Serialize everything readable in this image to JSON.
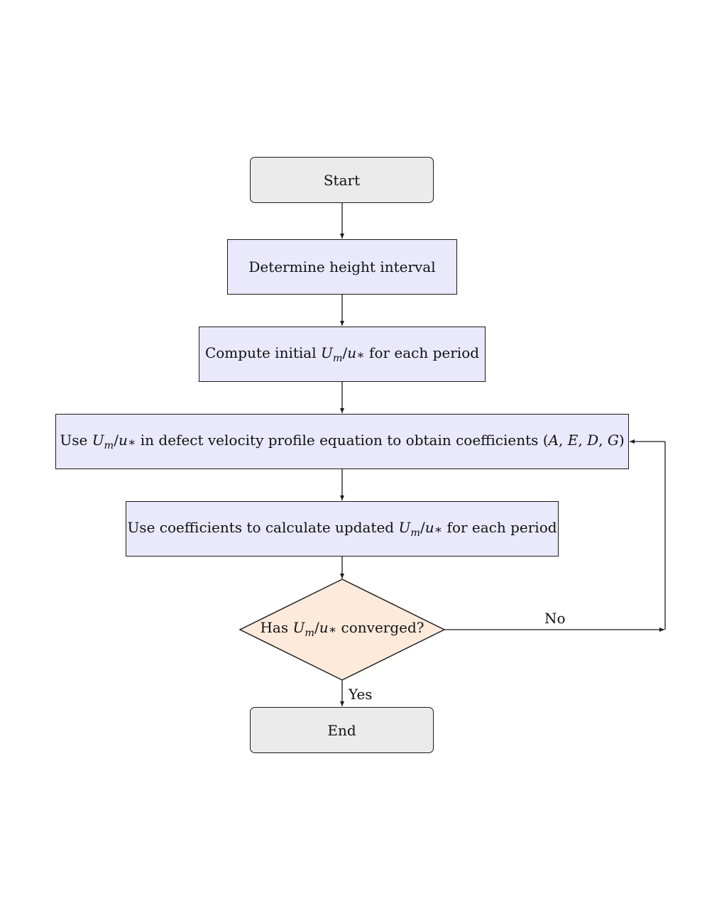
{
  "colors": {
    "terminal_fill": "#ebebeb",
    "process_fill": "#e9e9fb",
    "decision_fill": "#fdeadb",
    "stroke": "#1a1a1a"
  },
  "nodes": {
    "start": {
      "text": "Start"
    },
    "determine_height": {
      "text": "Determine height interval"
    },
    "compute_initial": {
      "prefix": "Compute initial",
      "math": {
        "U": "U",
        "m": "m",
        "slash": "/",
        "u": "u",
        "star": "∗"
      },
      "suffix": "for each period"
    },
    "use_defect": {
      "prefix": "Use",
      "math": {
        "U": "U",
        "m": "m",
        "slash": "/",
        "u": "u",
        "star": "∗"
      },
      "suffix": "in defect velocity profile equation to obtain coefficients",
      "coefficients": {
        "open": "(",
        "A": "A",
        "E": "E",
        "D": "D",
        "G": "G",
        "sep": ", ",
        "close": ")"
      }
    },
    "use_coefficients": {
      "prefix": "Use coefficients to calculate updated",
      "math": {
        "U": "U",
        "m": "m",
        "slash": "/",
        "u": "u",
        "star": "∗"
      },
      "suffix": "for each period"
    },
    "decision": {
      "prefix": "Has",
      "math": {
        "U": "U",
        "m": "m",
        "slash": "/",
        "u": "u",
        "star": "∗"
      },
      "suffix": "converged?"
    },
    "end": {
      "text": "End"
    }
  },
  "edges": {
    "no_label": "No",
    "yes_label": "Yes"
  }
}
